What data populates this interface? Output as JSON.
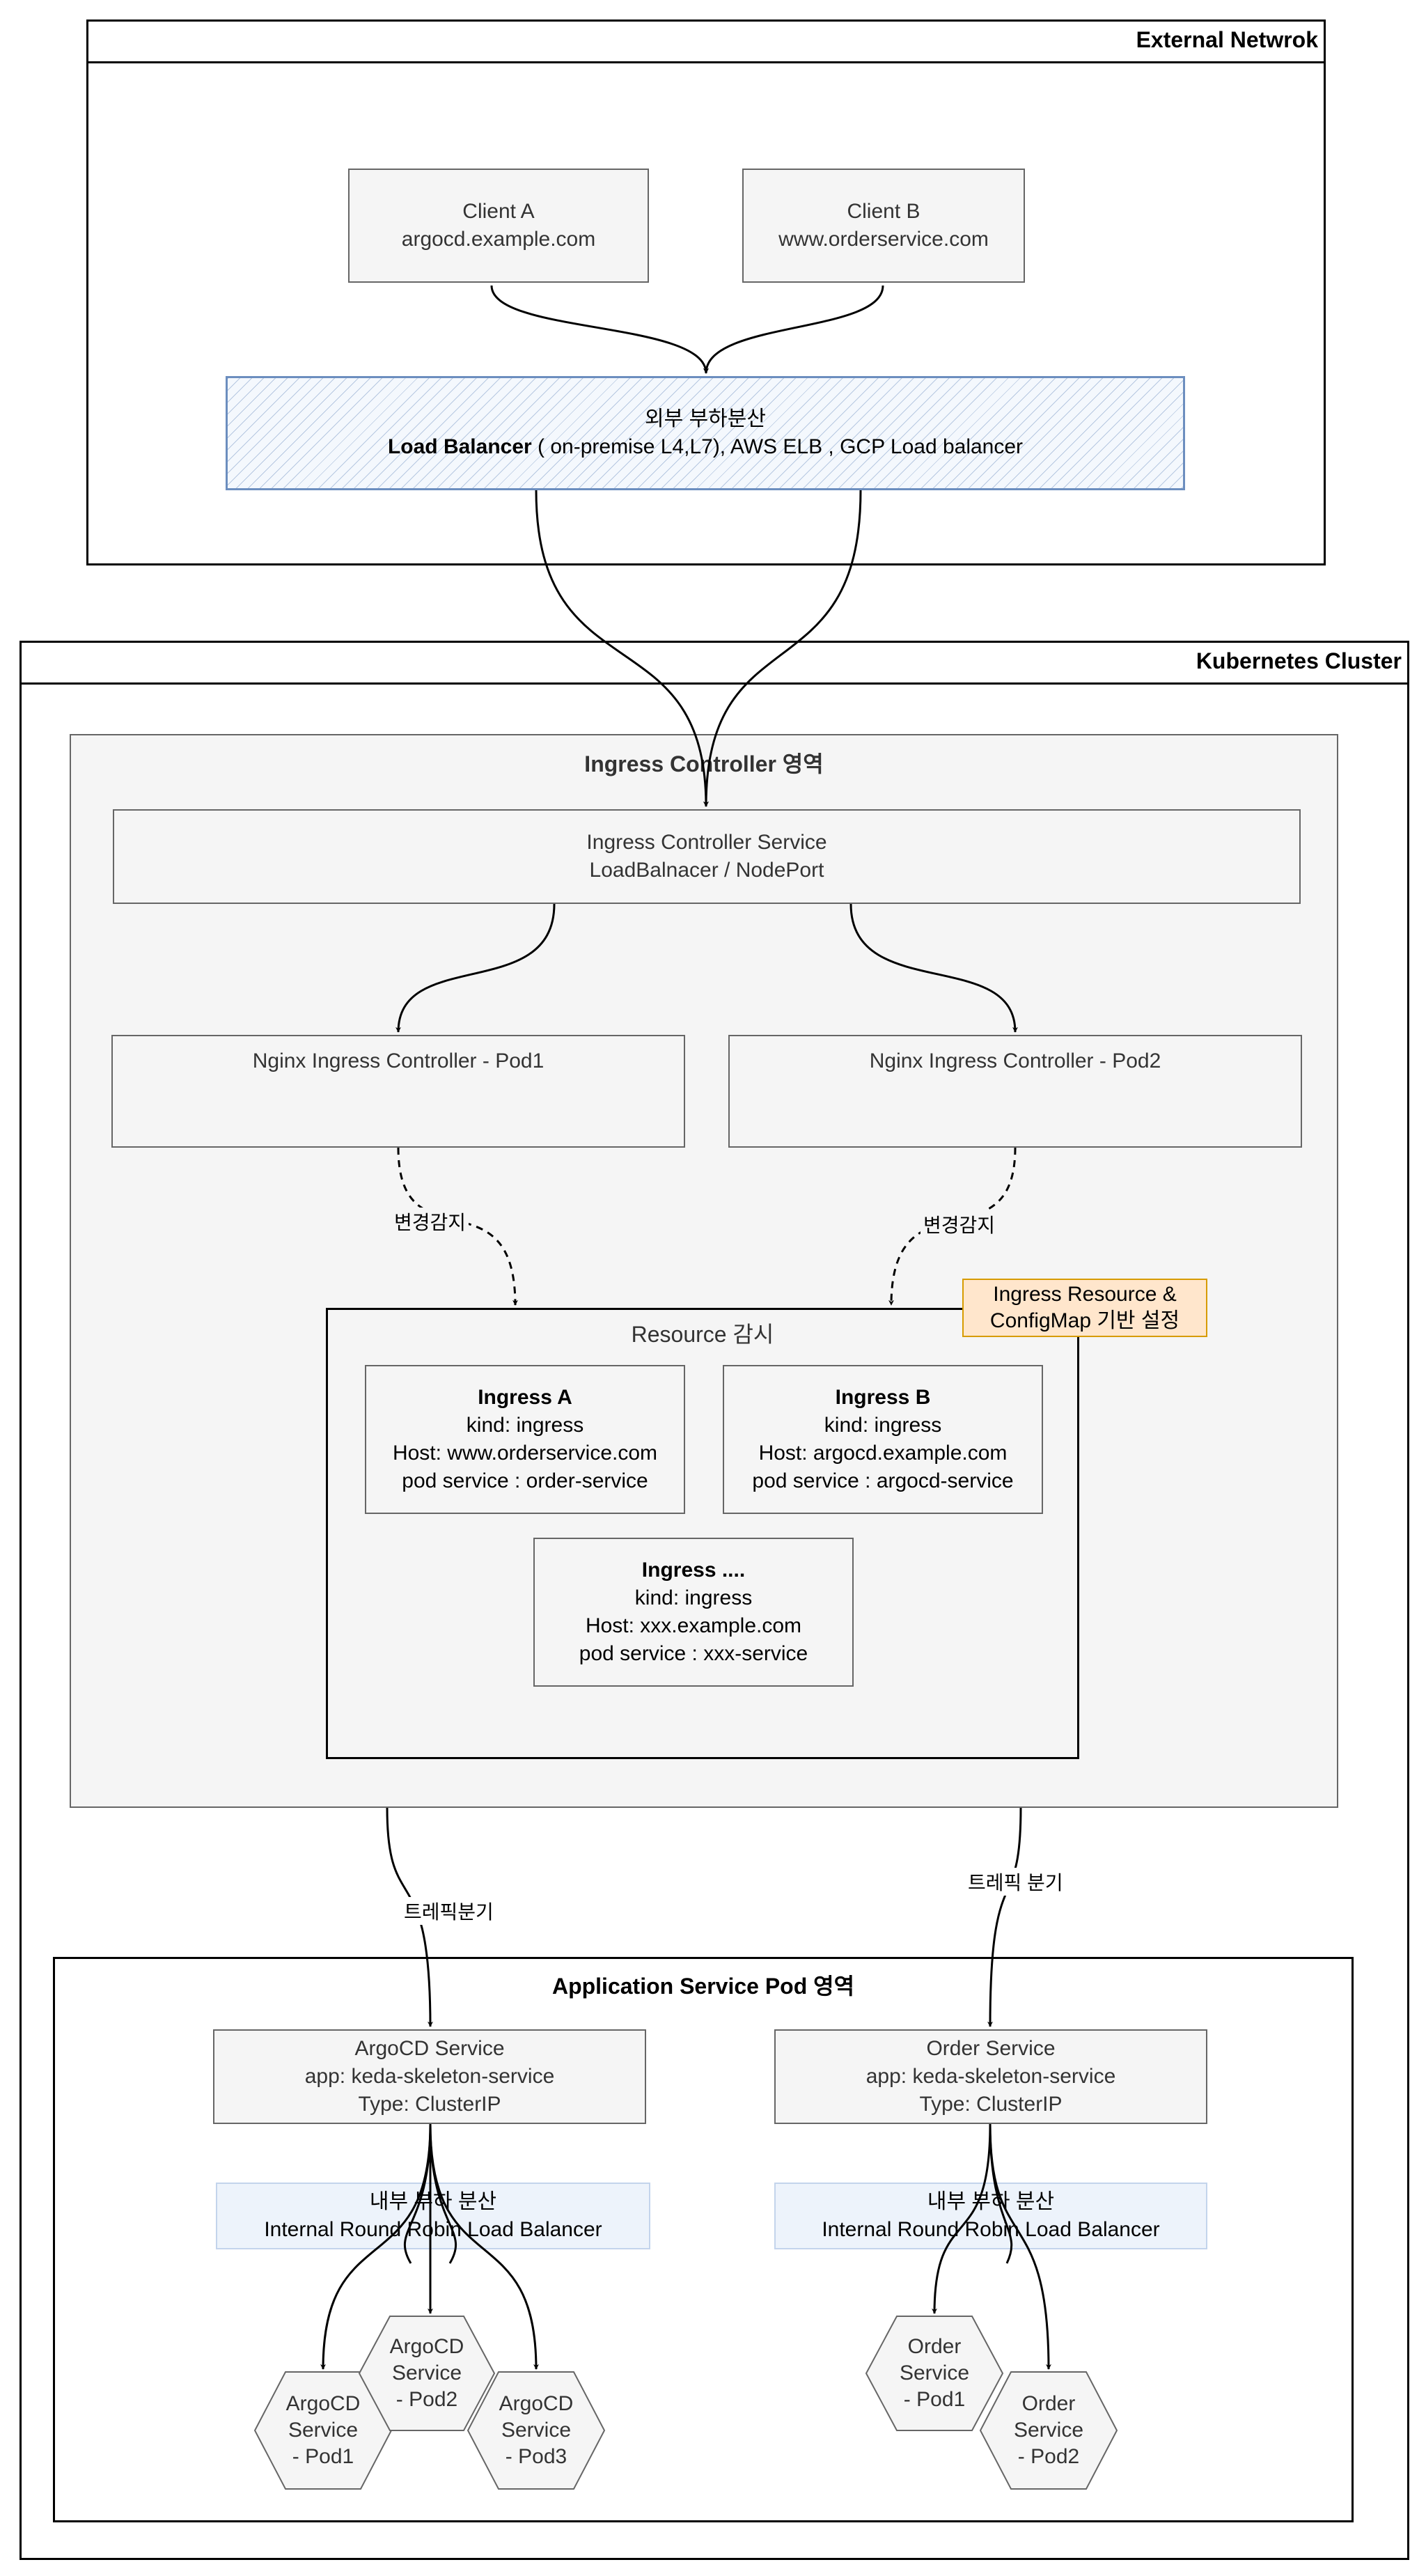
{
  "external": {
    "title": "External Netwrok",
    "client_a": {
      "line1": "Client A",
      "line2": "argocd.example.com"
    },
    "client_b": {
      "line1": "Client B",
      "line2": "www.orderservice.com"
    },
    "load_balancer": {
      "line1": "외부 부하분산",
      "bold": "Load Balancer",
      "rest": " ( on-premise L4,L7), AWS ELB , GCP Load balancer"
    }
  },
  "cluster": {
    "title": "Kubernetes Cluster",
    "ingress_region": {
      "title": "Ingress Controller 영역",
      "service": {
        "line1": "Ingress Controller Service",
        "line2": "LoadBalnacer / NodePort"
      },
      "pod1": "Nginx Ingress Controller - Pod1",
      "pod2": "Nginx Ingress Controller - Pod2",
      "watch_label_left": "변경감지",
      "watch_label_right": "변경감지",
      "note": {
        "line1": "Ingress Resource &",
        "line2": "ConfigMap 기반 설정"
      },
      "resource": {
        "title": "Resource 감시",
        "ingress_a": {
          "name": "Ingress A",
          "kind": "kind: ingress",
          "host": "Host: www.orderservice.com",
          "svc": "pod service : order-service"
        },
        "ingress_b": {
          "name": "Ingress B",
          "kind": "kind: ingress",
          "host": "Host: argocd.example.com",
          "svc": "pod service : argocd-service"
        },
        "ingress_c": {
          "name": "Ingress ....",
          "kind": "kind: ingress",
          "host": "Host: xxx.example.com",
          "svc": "pod service : xxx-service"
        }
      }
    },
    "traffic_left": "트레픽분기",
    "traffic_right": "트레픽 분기",
    "app_region": {
      "title": "Application Service Pod 영역",
      "argocd_service": {
        "line1": "ArgoCD Service",
        "line2": "app: keda-skeleton-service",
        "line3": "Type: ClusterIP"
      },
      "order_service": {
        "line1": "Order Service",
        "line2": "app: keda-skeleton-service",
        "line3": "Type: ClusterIP"
      },
      "internal_lb_left": {
        "line1": "내부 부하 분산",
        "line2": "Internal Round Robin  Load Balancer"
      },
      "internal_lb_right": {
        "line1": "내부 부하 분산",
        "line2": "Internal Round Robin  Load Balancer"
      },
      "argocd_pods": [
        {
          "line1": "ArgoCD",
          "line2": "Service",
          "line3": "- Pod1"
        },
        {
          "line1": "ArgoCD",
          "line2": "Service",
          "line3": "- Pod2"
        },
        {
          "line1": "ArgoCD",
          "line2": "Service",
          "line3": "- Pod3"
        }
      ],
      "order_pods": [
        {
          "line1": "Order",
          "line2": "Service",
          "line3": "- Pod1"
        },
        {
          "line1": "Order",
          "line2": "Service",
          "line3": "- Pod2"
        }
      ]
    }
  },
  "colors": {
    "frame": "#000000",
    "box_fill": "#f5f5f5",
    "box_stroke": "#666666",
    "lb_stroke": "#6c8ebf",
    "note_fill": "#ffe6cc",
    "note_stroke": "#d79b00",
    "internal_fill": "#edf3fb"
  }
}
